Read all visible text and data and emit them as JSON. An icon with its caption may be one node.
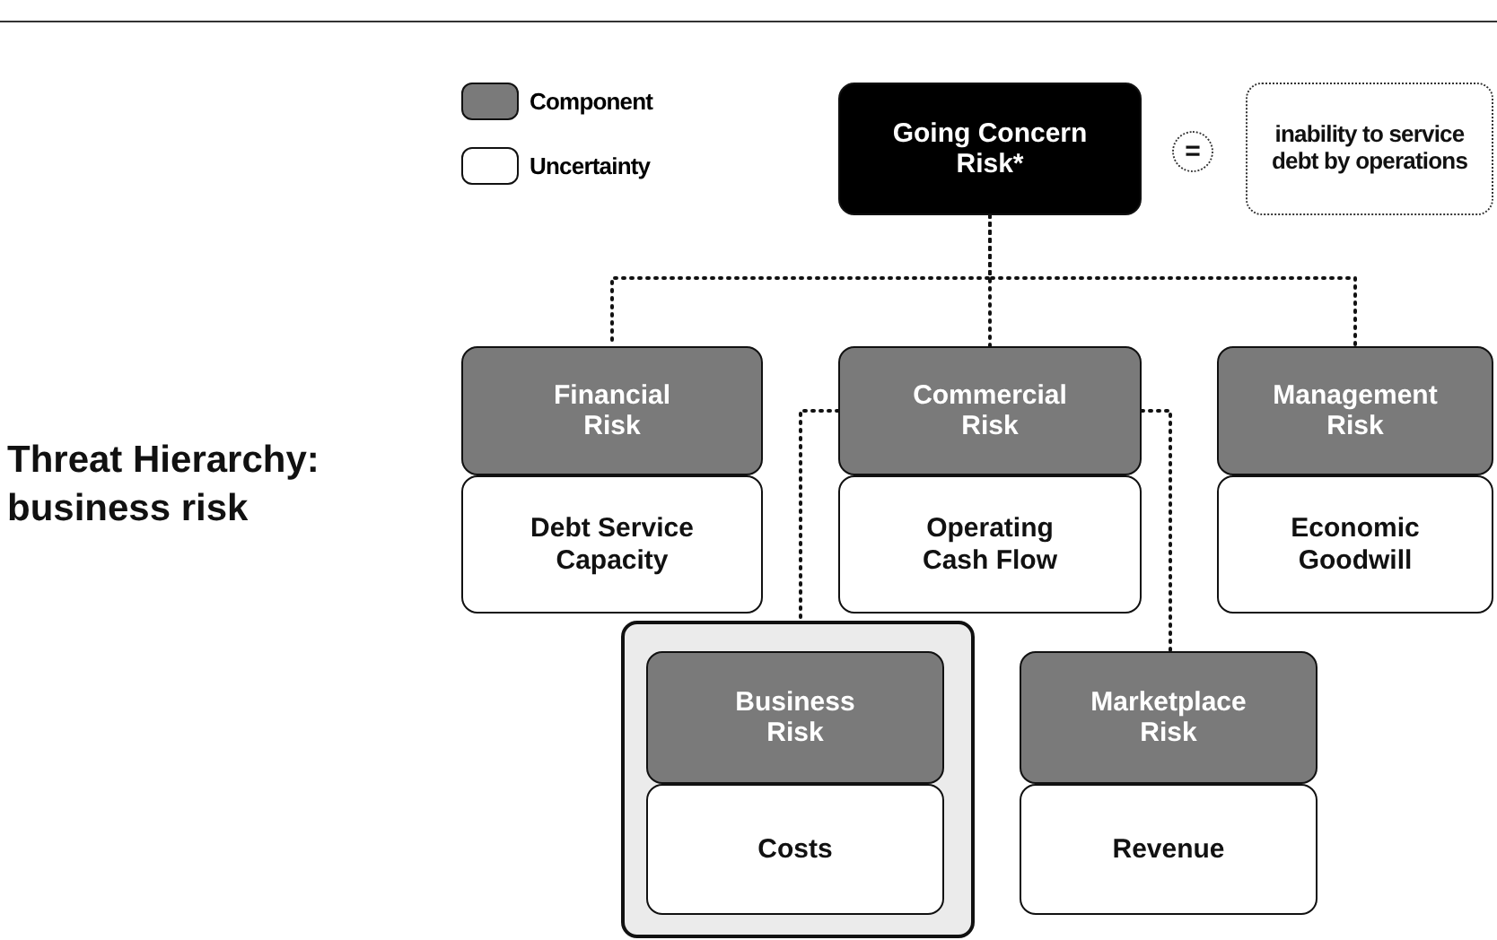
{
  "diagram": {
    "title": "Threat Hierarchy: business risk",
    "nodes": [
      {
        "text": [
          "Going Concern Risk*"
        ]
      },
      {
        "text": [
          "="
        ]
      },
      {
        "text": [
          "inability to service debt by operations"
        ]
      },
      {
        "text": [
          "Financial Risk"
        ]
      },
      {
        "text": [
          "Debt Service Capacity"
        ]
      },
      {
        "text": [
          "Commercial Risk"
        ]
      },
      {
        "text": [
          "Operating Cash Flow"
        ]
      },
      {
        "text": [
          "Management Risk"
        ]
      },
      {
        "text": [
          "Economic Goodwill"
        ]
      },
      {
        "text": [],
        "shape": "box"
      },
      {
        "text": [
          "Business Risk"
        ],
        "in": 9
      },
      {
        "text": [
          "Costs"
        ],
        "in": 9
      },
      {
        "text": [
          "Marketplace Risk"
        ]
      },
      {
        "text": [
          "Revenue"
        ]
      }
    ],
    "edges": [
      {
        "from": 0,
        "to": 3,
        "arrow": "none",
        "style": "dashed"
      },
      {
        "from": 0,
        "to": 5,
        "arrow": "none",
        "style": "dashed"
      },
      {
        "from": 0,
        "to": 7,
        "arrow": "none",
        "style": "dashed"
      },
      {
        "from": 5,
        "to": 9,
        "arrow": "none",
        "style": "dashed"
      },
      {
        "from": 5,
        "to": 12,
        "arrow": "none",
        "style": "dashed"
      }
    ],
    "legend": [
      {
        "text": "Component",
        "color": "#7a7a7a"
      },
      {
        "text": "Uncertainty",
        "color": "#ffffff"
      }
    ]
  }
}
